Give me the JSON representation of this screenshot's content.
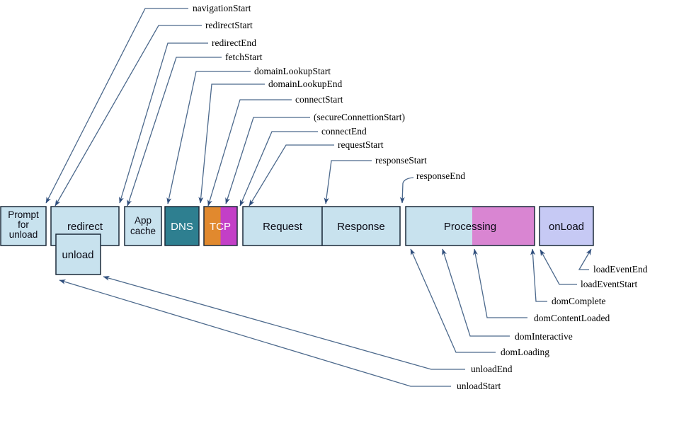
{
  "diagram": {
    "name": "navigation-timing-diagram",
    "top_events": [
      "navigationStart",
      "redirectStart",
      "redirectEnd",
      "fetchStart",
      "domainLookupStart",
      "domainLookupEnd",
      "connectStart",
      "(secureConnettionStart)",
      "connectEnd",
      "requestStart",
      "responseStart",
      "responseEnd"
    ],
    "bottom_events": [
      "loadEventEnd",
      "loadEventStart",
      "domComplete",
      "domContentLoaded",
      "domInteractive",
      "domLoading",
      "unloadEnd",
      "unloadStart"
    ],
    "boxes": [
      {
        "name": "prompt-for-unload",
        "lines": [
          "Prompt",
          "for",
          "unload"
        ]
      },
      {
        "name": "redirect",
        "label": "redirect"
      },
      {
        "name": "unload",
        "label": "unload"
      },
      {
        "name": "app-cache",
        "lines": [
          "App",
          "cache"
        ]
      },
      {
        "name": "dns",
        "label": "DNS"
      },
      {
        "name": "tcp",
        "label": "TCP"
      },
      {
        "name": "request",
        "label": "Request"
      },
      {
        "name": "response",
        "label": "Response"
      },
      {
        "name": "processing",
        "label": "Processing"
      },
      {
        "name": "onload",
        "label": "onLoad"
      }
    ],
    "colors": {
      "light_blue": "#c8e2ee",
      "teal": "#2e7f90",
      "orange": "#e1892e",
      "tcp_magenta": "#c33fc7",
      "processing_magenta": "#d985d2",
      "lavender": "#c6c9f4",
      "box_border": "#1b2a3a",
      "leader_line": "#4c698c",
      "arrowhead": "#2e4d7c",
      "label_text": "#000000",
      "box_text": "#0a0a14",
      "box_text_light": "#ffffff",
      "background": "#ffffff"
    }
  }
}
